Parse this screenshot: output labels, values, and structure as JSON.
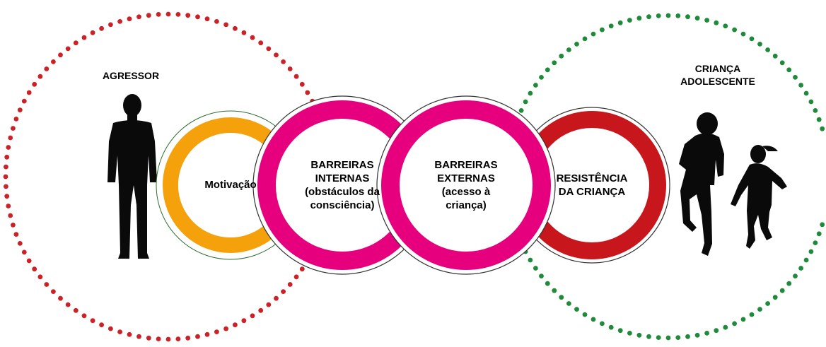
{
  "colors": {
    "aggressor_dots": "#cc2127",
    "child_dots": "#1f8a3a",
    "motivation": "#f4a10c",
    "barriers": "#e6007e",
    "resistance": "#c8161d",
    "figure": "#0a0a0a"
  },
  "aggressor": {
    "label": "AGRESSOR",
    "icon": "man-silhouette-icon"
  },
  "child": {
    "label": "CRIANÇA\nADOLESCENTE",
    "icon": "running-children-silhouette-icon"
  },
  "rings": [
    {
      "label": "Motivação"
    },
    {
      "label": "BARREIRAS\nINTERNAS\n(obstáculos da\nconsciência)"
    },
    {
      "label": "BARREIRAS\nEXTERNAS\n(acesso à\ncriança)"
    },
    {
      "label": "RESISTÊNCIA\nDA CRIANÇA"
    }
  ]
}
